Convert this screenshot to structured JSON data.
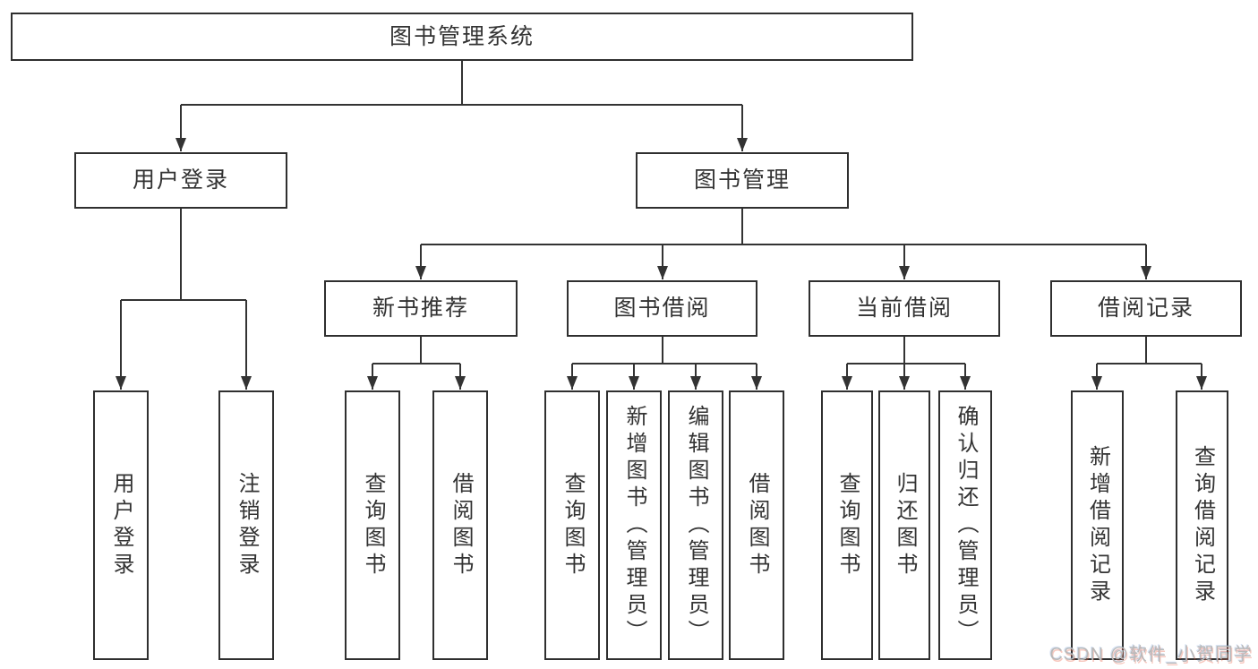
{
  "diagram": {
    "root": {
      "label": "图书管理系统"
    },
    "branches": [
      {
        "label": "用户登录",
        "children": [
          {
            "label": "用户登录"
          },
          {
            "label": "注销登录"
          }
        ]
      },
      {
        "label": "图书管理",
        "children": [
          {
            "label": "新书推荐",
            "children": [
              {
                "label": "查询图书"
              },
              {
                "label": "借阅图书"
              }
            ]
          },
          {
            "label": "图书借阅",
            "children": [
              {
                "label": "查询图书"
              },
              {
                "label": "新增图书（管理员）"
              },
              {
                "label": "编辑图书（管理员）"
              },
              {
                "label": "借阅图书"
              }
            ]
          },
          {
            "label": "当前借阅",
            "children": [
              {
                "label": "查询图书"
              },
              {
                "label": "归还图书"
              },
              {
                "label": "确认归还（管理员）"
              }
            ]
          },
          {
            "label": "借阅记录",
            "children": [
              {
                "label": "新增借阅记录"
              },
              {
                "label": "查询借阅记录"
              }
            ]
          }
        ]
      }
    ]
  },
  "watermark": {
    "text": "CSDN @软件_小贺同学"
  },
  "colors": {
    "line": "#333333",
    "box_border": "#2f2f2f",
    "text": "#333333",
    "watermark": "#b9b9b9",
    "background": "#ffffff"
  }
}
